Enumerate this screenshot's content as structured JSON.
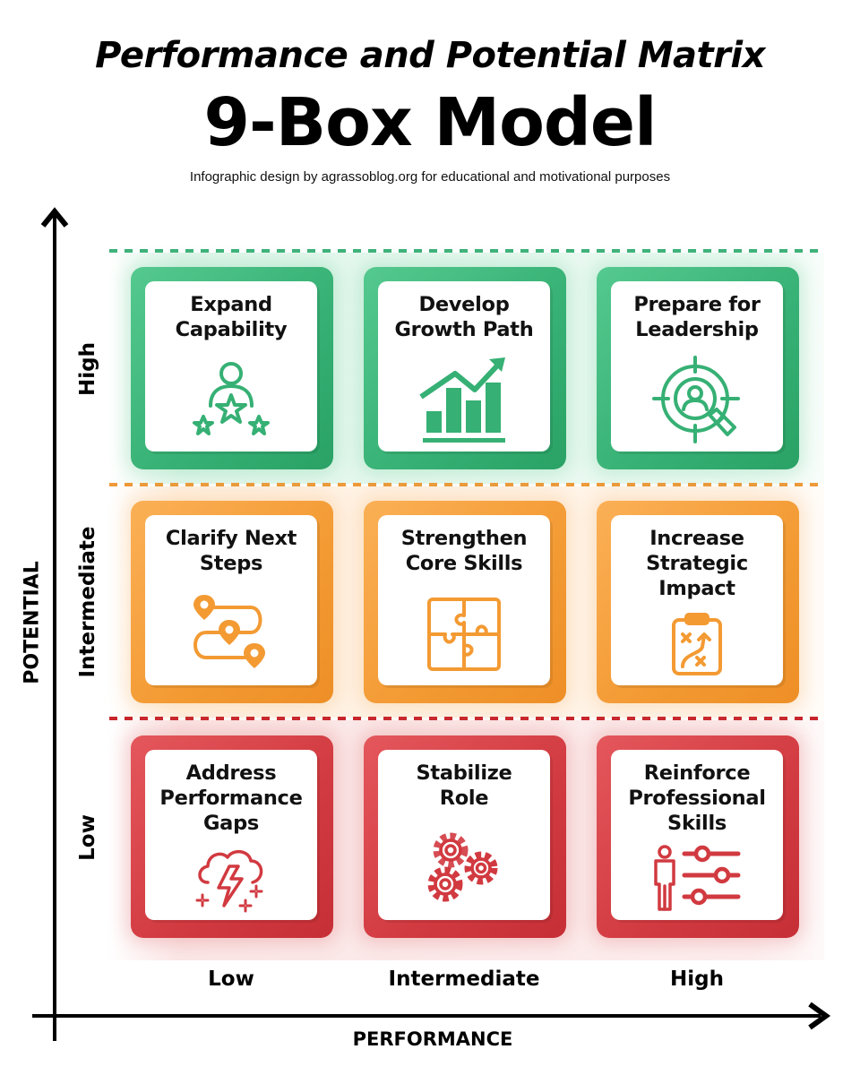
{
  "header": {
    "title": "Performance and Potential Matrix",
    "subtitle_big": "9-Box Model",
    "credit": "Infographic design by agrassoblog.org for educational and motivational purposes"
  },
  "axes": {
    "y_title": "POTENTIAL",
    "x_title": "PERFORMANCE",
    "y_levels": [
      "High",
      "Intermediate",
      "Low"
    ],
    "x_levels": [
      "Low",
      "Intermediate",
      "High"
    ]
  },
  "colors": {
    "high": "#36b074",
    "intermediate": "#f39a33",
    "low": "#d13a40"
  },
  "rows": [
    {
      "potential": "High",
      "color": "green",
      "boxes": [
        {
          "performance": "Low",
          "title": "Expand\nCapability",
          "icon": "person-stars-icon"
        },
        {
          "performance": "Intermediate",
          "title": "Develop\nGrowth Path",
          "icon": "growth-chart-icon"
        },
        {
          "performance": "High",
          "title": "Prepare for\nLeadership",
          "icon": "target-search-person-icon"
        }
      ]
    },
    {
      "potential": "Intermediate",
      "color": "orange",
      "boxes": [
        {
          "performance": "Low",
          "title": "Clarify Next\nSteps",
          "icon": "route-pins-icon"
        },
        {
          "performance": "Intermediate",
          "title": "Strengthen\nCore Skills",
          "icon": "puzzle-icon"
        },
        {
          "performance": "High",
          "title": "Increase\nStrategic\nImpact",
          "icon": "strategy-clipboard-icon"
        }
      ]
    },
    {
      "potential": "Low",
      "color": "red",
      "boxes": [
        {
          "performance": "Low",
          "title": "Address\nPerformance\nGaps",
          "icon": "storm-cloud-icon"
        },
        {
          "performance": "Intermediate",
          "title": "Stabilize\nRole",
          "icon": "gears-icon"
        },
        {
          "performance": "High",
          "title": "Reinforce\nProfessional\nSkills",
          "icon": "person-sliders-icon"
        }
      ]
    }
  ]
}
